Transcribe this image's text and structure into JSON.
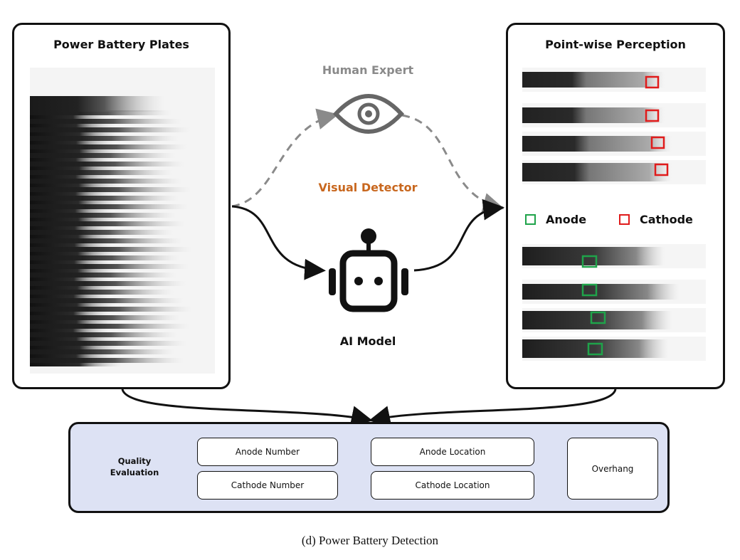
{
  "left_panel": {
    "title": "Power Battery Plates"
  },
  "right_panel": {
    "title": "Point-wise Perception",
    "legend": {
      "anode": "Anode",
      "cathode": "Cathode"
    }
  },
  "center": {
    "human_expert": "Human Expert",
    "visual_detector": "Visual Detector",
    "ai_model": "AI Model"
  },
  "quality": {
    "label_line1": "Quality",
    "label_line2": "Evaluation",
    "anode_number": "Anode Number",
    "cathode_number": "Cathode Number",
    "anode_location": "Anode Location",
    "cathode_location": "Cathode Location",
    "overhang": "Overhang"
  },
  "caption": "(d) Power Battery Detection",
  "colors": {
    "anode": "#1fa34a",
    "cathode": "#e01b1b",
    "human_expert": "#8a8a8a",
    "visual_detector": "#c8671e",
    "quality_bg": "#dde2f4"
  }
}
